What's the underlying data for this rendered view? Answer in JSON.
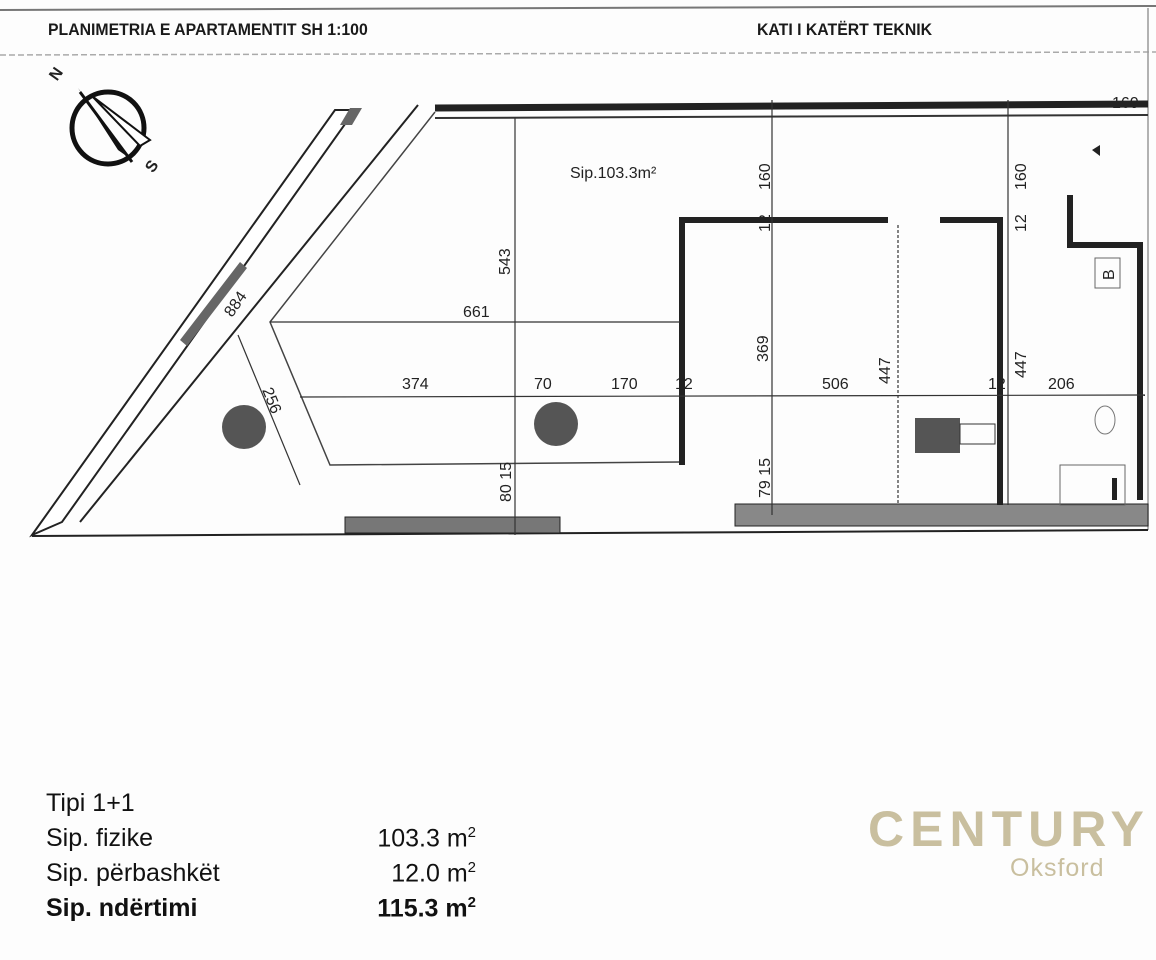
{
  "header": {
    "title": "PLANIMETRIA E APARTAMENTIT SH 1:100",
    "floor": "KATI I KATËRT TEKNIK"
  },
  "compass": {
    "north": "N",
    "south": "S"
  },
  "plan": {
    "area_label": "Sip.103.3m²",
    "dimensions": {
      "d160a": "160",
      "d160b": "160",
      "d160c": "160",
      "d12a": "12",
      "d12b": "12",
      "d543": "543",
      "d661": "661",
      "d369": "369",
      "d447a": "447",
      "d447b": "447",
      "d374": "374",
      "d70": "70",
      "d170": "170",
      "d12c": "12",
      "d506": "506",
      "d12d": "12",
      "d206": "206",
      "d884": "884",
      "d256": "256",
      "d80_15": "80 15",
      "d79_15": "79 15",
      "bath_b": "B"
    }
  },
  "summary": {
    "type_label": "Tipi 1+1",
    "rows": [
      {
        "label": "Sip. fizike",
        "value": "103.3",
        "unit": "m",
        "exp": "2",
        "bold": false
      },
      {
        "label": "Sip. përbashkët",
        "value": "12.0",
        "unit": "m",
        "exp": "2",
        "bold": false
      },
      {
        "label": "Sip. ndërtimi",
        "value": "115.3",
        "unit": "m",
        "exp": "2",
        "bold": true
      }
    ]
  },
  "logo": {
    "brand": "CENTURY",
    "sub": "Oksford",
    "color": "#c9bf9f"
  }
}
